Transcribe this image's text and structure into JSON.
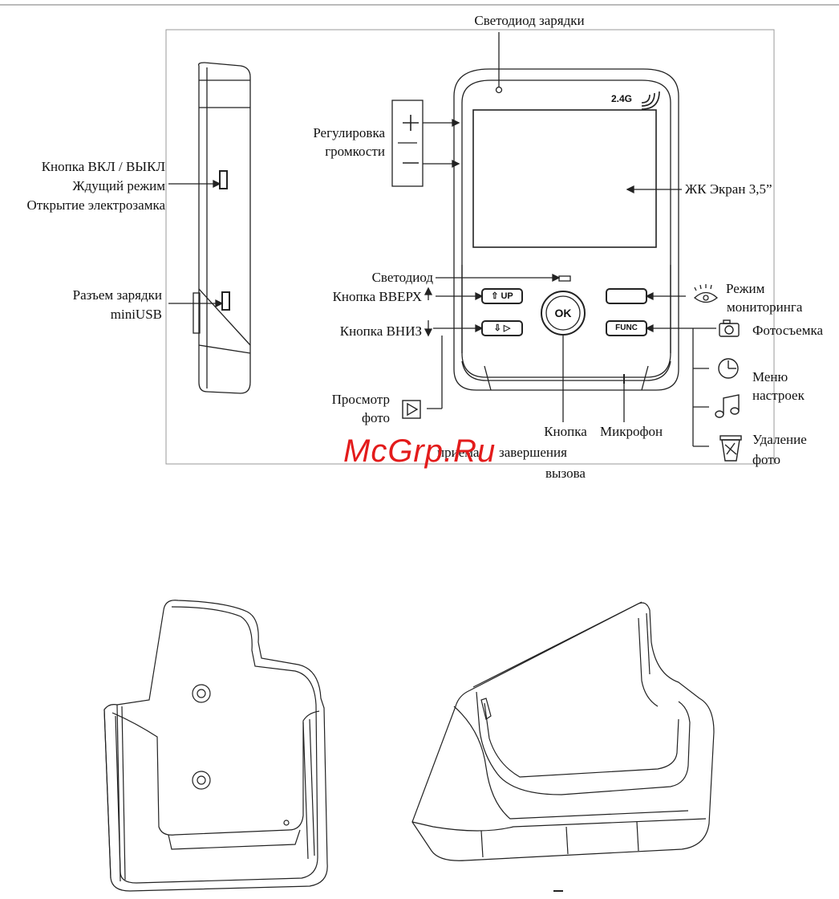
{
  "labels": {
    "charge_led": "Светодиод зарядки",
    "volume": [
      "Регулировка",
      "громкости"
    ],
    "power": [
      "Кнопка ВКЛ / ВЫКЛ",
      "Ждущий режим",
      "Открытие электрозамка"
    ],
    "lcd": "ЖК Экран 3,5”",
    "usb": [
      "Разъем зарядки",
      "miniUSB"
    ],
    "led": "Светодиод",
    "up_button": "Кнопка ВВЕРХ",
    "down_button": "Кнопка ВНИЗ",
    "monitoring": [
      "Режим",
      "мониторинга"
    ],
    "photo_shot": "Фотосъемка",
    "settings_menu": [
      "Меню",
      "настроек"
    ],
    "photo_delete": [
      "Удаление",
      "фото"
    ],
    "photo_view": [
      "Просмотр",
      "фото"
    ],
    "ok_button": [
      "Кнопка",
      "приема / завершения",
      "вызова"
    ],
    "ok_button_visible": [
      "Кнопка",
      "приема",
      "завершения",
      "вызова"
    ],
    "microphone": "Микрофон"
  },
  "device": {
    "band": "2.4G",
    "up_key": "⇧ UP",
    "down_key": "⇩ ▷",
    "ok_key": "OK",
    "func_key": "FUNC"
  },
  "watermark": "McGrp.Ru"
}
